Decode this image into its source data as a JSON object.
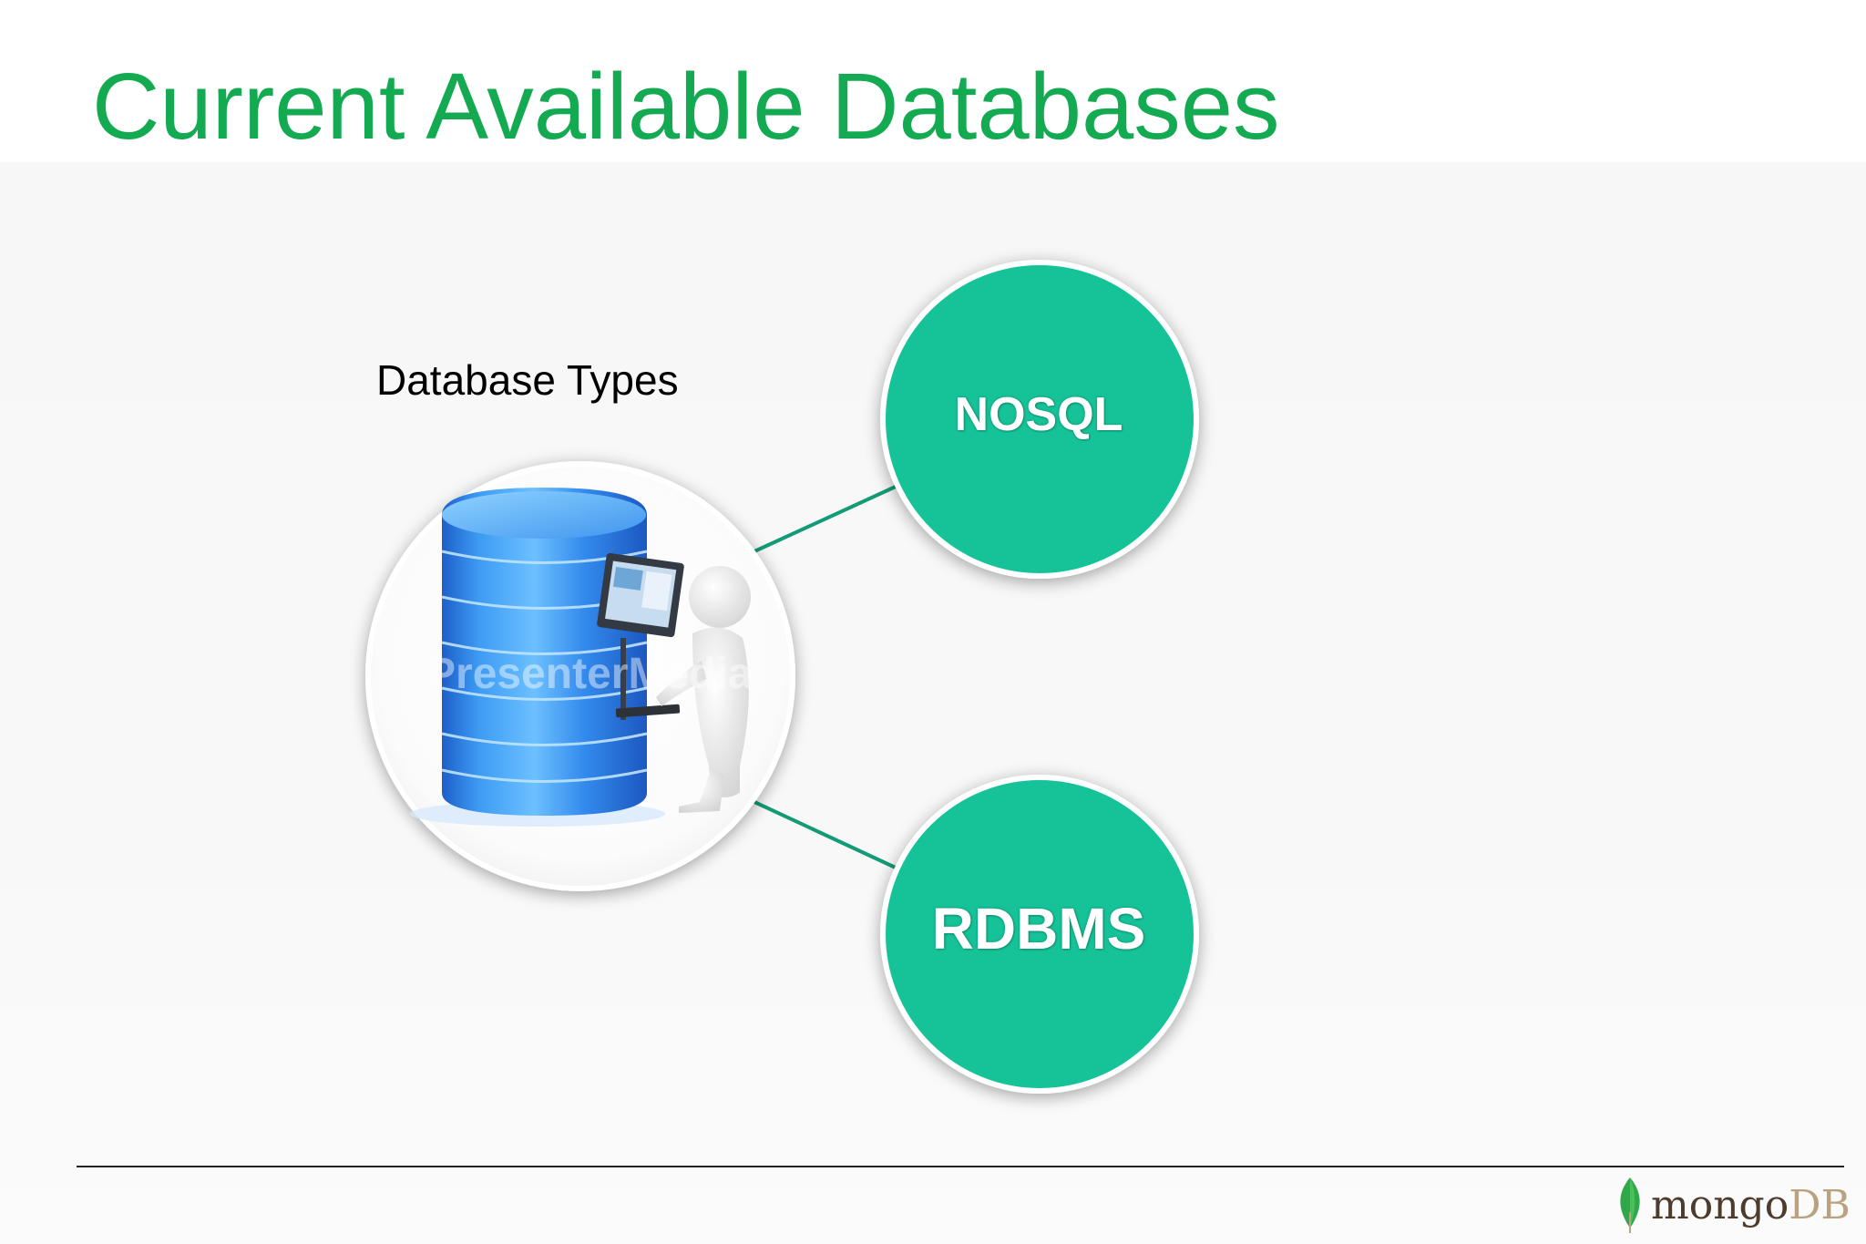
{
  "slide": {
    "title": "Current Available Databases"
  },
  "diagram": {
    "center_label": "Database Types",
    "center_image": "database-server-with-operator-icon",
    "watermark": "PresenterMedia",
    "nodes": [
      {
        "label": "NOSQL",
        "color": "#19c398"
      },
      {
        "label": "RDBMS",
        "color": "#19c398"
      }
    ],
    "connector_color": "#139a76",
    "server_color": "#2f86e8"
  },
  "footer": {
    "logo_icon": "mongodb-leaf-icon",
    "logo_text_part1": "mongo",
    "logo_text_part2": "DB",
    "divider_color": "#222222"
  },
  "colors": {
    "title": "#13aa52",
    "background": "#ffffff"
  }
}
